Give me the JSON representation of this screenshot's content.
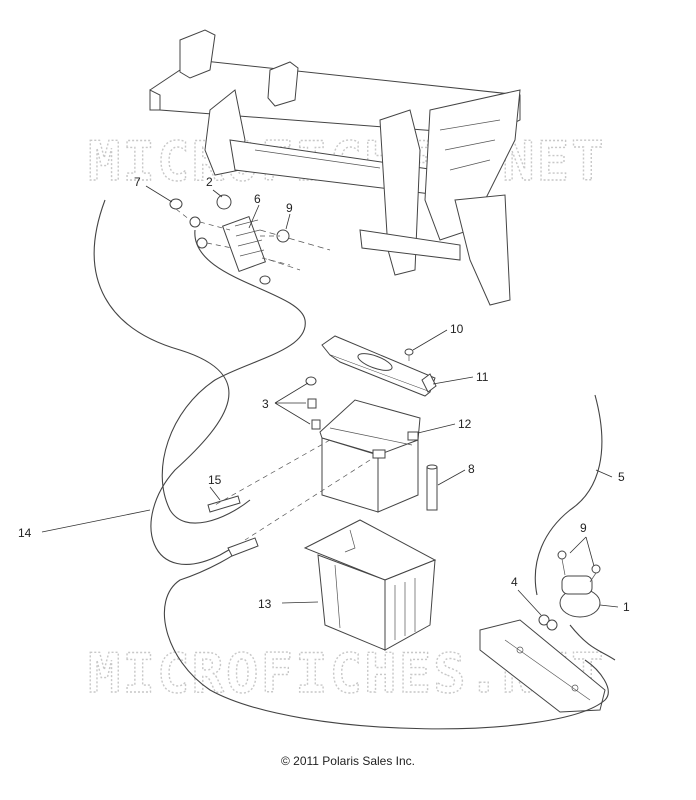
{
  "watermark": "MICROFICHES.NET",
  "copyright": "© 2011 Polaris Sales Inc.",
  "callouts": {
    "c1": "1",
    "c2": "2",
    "c3": "3",
    "c4": "4",
    "c5": "5",
    "c6": "6",
    "c7": "7",
    "c8": "8",
    "c9a": "9",
    "c9b": "9",
    "c10": "10",
    "c11": "11",
    "c12": "12",
    "c13": "13",
    "c14": "14",
    "c15": "15"
  }
}
